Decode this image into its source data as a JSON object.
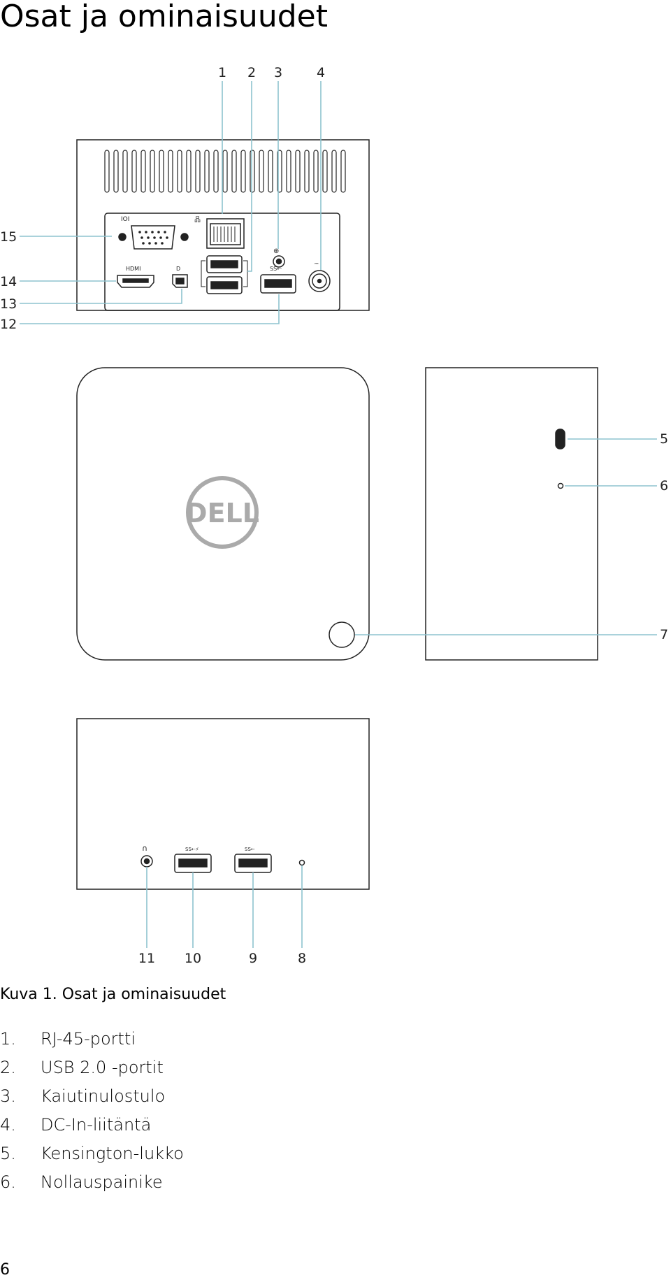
{
  "page": {
    "title": "Osat ja ominaisuudet",
    "page_number": "6"
  },
  "figure": {
    "caption": "Kuva 1. Osat ja ominaisuudet",
    "logo_text": "DELL",
    "line_color": "#8ec3cf",
    "outline_color": "#222222",
    "callouts": [
      "1",
      "2",
      "3",
      "4",
      "5",
      "6",
      "7",
      "8",
      "9",
      "10",
      "11",
      "12",
      "13",
      "14",
      "15"
    ]
  },
  "parts": [
    {
      "num": "1.",
      "label": "RJ-45-portti"
    },
    {
      "num": "2.",
      "label": "USB 2.0 -portit"
    },
    {
      "num": "3.",
      "label": "Kaiutinulostulo"
    },
    {
      "num": "4.",
      "label": "DC-In-liitäntä"
    },
    {
      "num": "5.",
      "label": "Kensington-lukko"
    },
    {
      "num": "6.",
      "label": "Nollauspainike"
    }
  ]
}
